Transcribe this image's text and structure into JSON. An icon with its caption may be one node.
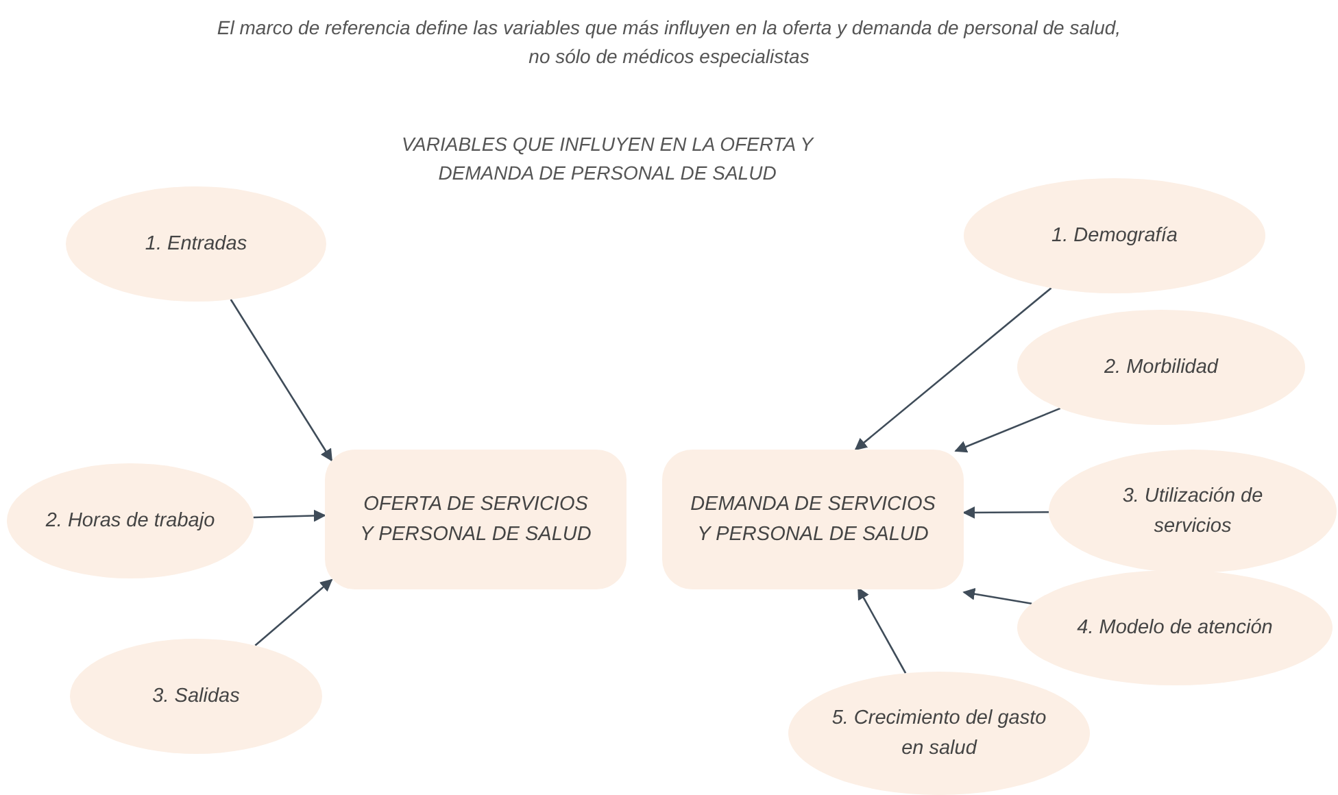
{
  "diagram": {
    "title": "El marco de referencia define las variables que más influyen en la oferta y demanda de personal de salud, no sólo de médicos especialistas",
    "nodes": [
      {
        "text": [
          "1. Entradas"
        ]
      },
      {
        "text": [
          "2. Horas de trabajo"
        ]
      },
      {
        "text": [
          "3. Salidas"
        ]
      },
      {
        "text": [
          "OFERTA DE SERVICIOS Y PERSONAL DE SALUD"
        ]
      },
      {
        "text": [
          "DEMANDA DE SERVICIOS Y PERSONAL DE SALUD"
        ]
      },
      {
        "text": [
          "1. Demografía"
        ]
      },
      {
        "text": [
          "2. Morbilidad"
        ]
      },
      {
        "text": [
          "3. Utilización de servicios"
        ]
      },
      {
        "text": [
          "4. Modelo de atención"
        ]
      },
      {
        "text": [
          "5. Crecimiento del gasto en salud"
        ]
      }
    ],
    "edges": [
      {
        "from": 0,
        "to": 3,
        "arrow": "to"
      },
      {
        "from": 1,
        "to": 3,
        "arrow": "to"
      },
      {
        "from": 2,
        "to": 3,
        "arrow": "to"
      },
      {
        "from": 5,
        "to": 4,
        "arrow": "to"
      },
      {
        "from": 6,
        "to": 4,
        "arrow": "to"
      },
      {
        "from": 7,
        "to": 4,
        "arrow": "to"
      },
      {
        "from": 8,
        "to": 4,
        "arrow": "to"
      },
      {
        "from": 9,
        "to": 4,
        "arrow": "to"
      }
    ],
    "labels": [
      "VARIABLES QUE INFLUYEN EN LA OFERTA Y DEMANDA DE PERSONAL DE SALUD"
    ]
  }
}
